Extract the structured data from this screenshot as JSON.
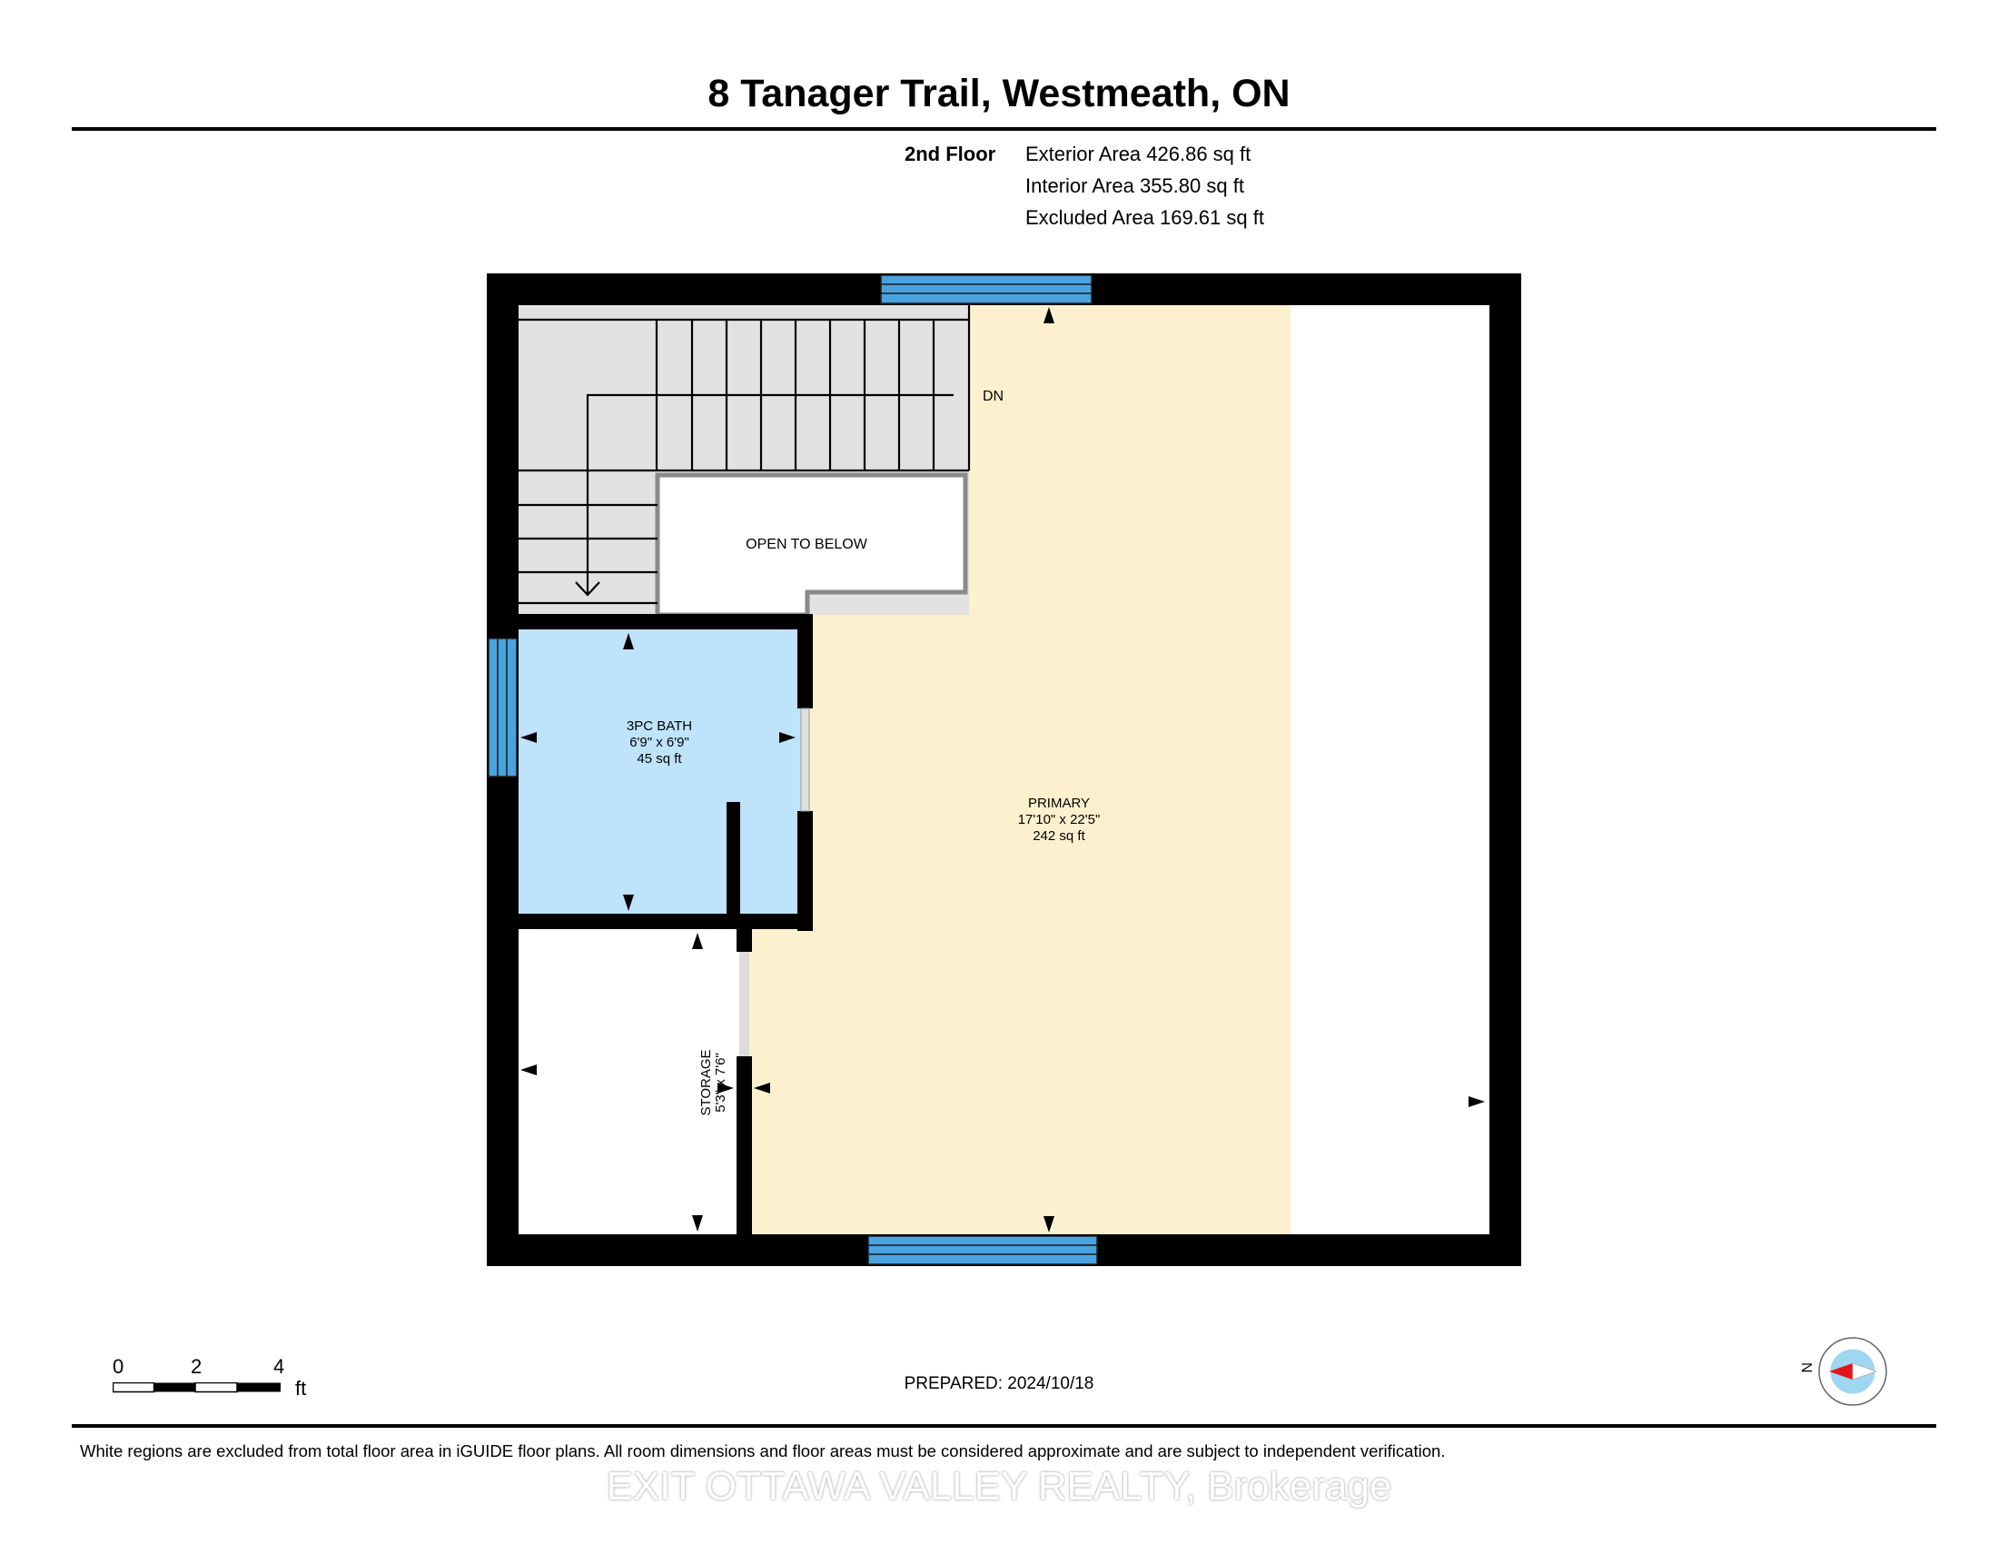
{
  "header": {
    "address": "8 Tanager Trail, Westmeath, ON"
  },
  "floor": {
    "name": "2nd Floor",
    "exterior_area": "Exterior Area 426.86 sq ft",
    "interior_area": "Interior Area 355.80 sq ft",
    "excluded_area": "Excluded Area 169.61 sq ft"
  },
  "rooms": {
    "stairs_label": "DN",
    "open_to_below": "OPEN TO BELOW",
    "bath": {
      "name": "3PC BATH",
      "dims": "6'9\" x 6'9\"",
      "area": "45 sq ft"
    },
    "primary": {
      "name": "PRIMARY",
      "dims": "17'10\" x 22'5\"",
      "area": "242 sq ft"
    },
    "storage": {
      "name": "STORAGE",
      "dims": "5'3\" x 7'6\""
    }
  },
  "colors": {
    "primary_fill": "#fdf0cf",
    "bath_fill": "#bfe3fb",
    "stair_fill": "#e2e2e2",
    "window": "#4aa3df",
    "wall": "#000000"
  },
  "scale": {
    "ticks": [
      "0",
      "2",
      "4"
    ],
    "unit": "ft"
  },
  "compass": {
    "label": "N"
  },
  "footer": {
    "prepared": "PREPARED: 2024/10/18",
    "disclaimer": "White regions are excluded from total floor area in iGUIDE floor plans. All room dimensions and floor areas must be considered approximate and are subject to independent verification.",
    "watermark": "EXIT OTTAWA VALLEY REALTY, Brokerage"
  }
}
